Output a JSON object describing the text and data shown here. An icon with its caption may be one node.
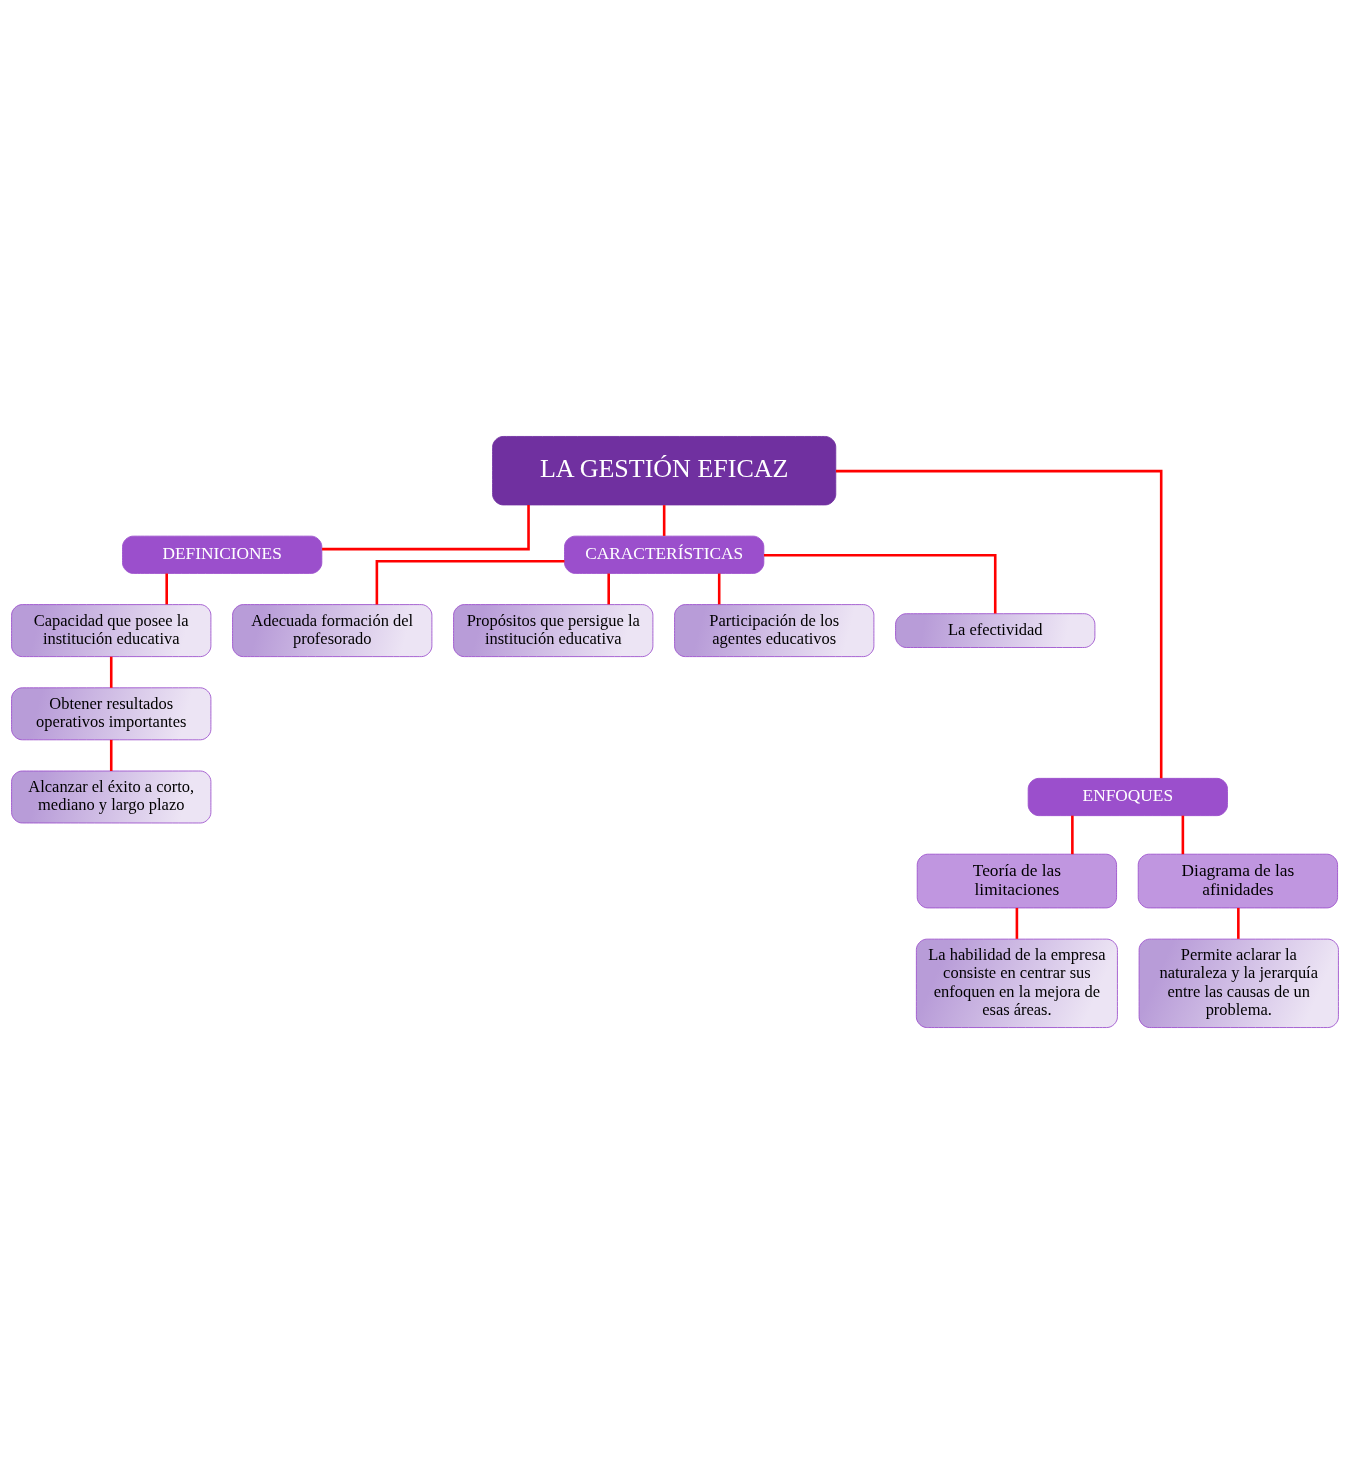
{
  "diagram": {
    "nodes": [
      {
        "text": [
          "LA GESTIÓN EFICAZ"
        ]
      },
      {
        "text": [
          "DEFINICIONES"
        ]
      },
      {
        "text": [
          "CARACTERÍSTICAS"
        ]
      },
      {
        "text": [
          "ENFOQUES"
        ]
      },
      {
        "text": [
          "Capacidad que posee la institución educativa"
        ]
      },
      {
        "text": [
          "Obtener resultados operativos importantes"
        ]
      },
      {
        "text": [
          "Alcanzar el éxito a corto, mediano y largo plazo"
        ]
      },
      {
        "text": [
          "Adecuada formación del profesorado"
        ]
      },
      {
        "text": [
          "Propósitos que persigue la institución educativa"
        ]
      },
      {
        "text": [
          "Participación de los agentes educativos"
        ]
      },
      {
        "text": [
          "La efectividad"
        ]
      },
      {
        "text": [
          "Teoría de las limitaciones"
        ]
      },
      {
        "text": [
          "Diagrama de las afinidades"
        ]
      },
      {
        "text": [
          "La habilidad de la empresa consiste en centrar sus enfoquen en la mejora de esas áreas."
        ]
      },
      {
        "text": [
          "Permite aclarar la naturaleza y la jerarquía entre las causas de un problema."
        ]
      }
    ],
    "edges": [
      {
        "from": 0,
        "to": 1,
        "arrow": "none"
      },
      {
        "from": 0,
        "to": 2,
        "arrow": "none"
      },
      {
        "from": 0,
        "to": 3,
        "arrow": "none"
      },
      {
        "from": 1,
        "to": 4,
        "arrow": "none"
      },
      {
        "from": 4,
        "to": 5,
        "arrow": "none"
      },
      {
        "from": 5,
        "to": 6,
        "arrow": "none"
      },
      {
        "from": 2,
        "to": 7,
        "arrow": "none"
      },
      {
        "from": 2,
        "to": 8,
        "arrow": "none"
      },
      {
        "from": 2,
        "to": 9,
        "arrow": "none"
      },
      {
        "from": 2,
        "to": 10,
        "arrow": "none"
      },
      {
        "from": 3,
        "to": 11,
        "arrow": "none"
      },
      {
        "from": 3,
        "to": 12,
        "arrow": "none"
      },
      {
        "from": 11,
        "to": 13,
        "arrow": "none"
      },
      {
        "from": 12,
        "to": 14,
        "arrow": "none"
      }
    ]
  }
}
